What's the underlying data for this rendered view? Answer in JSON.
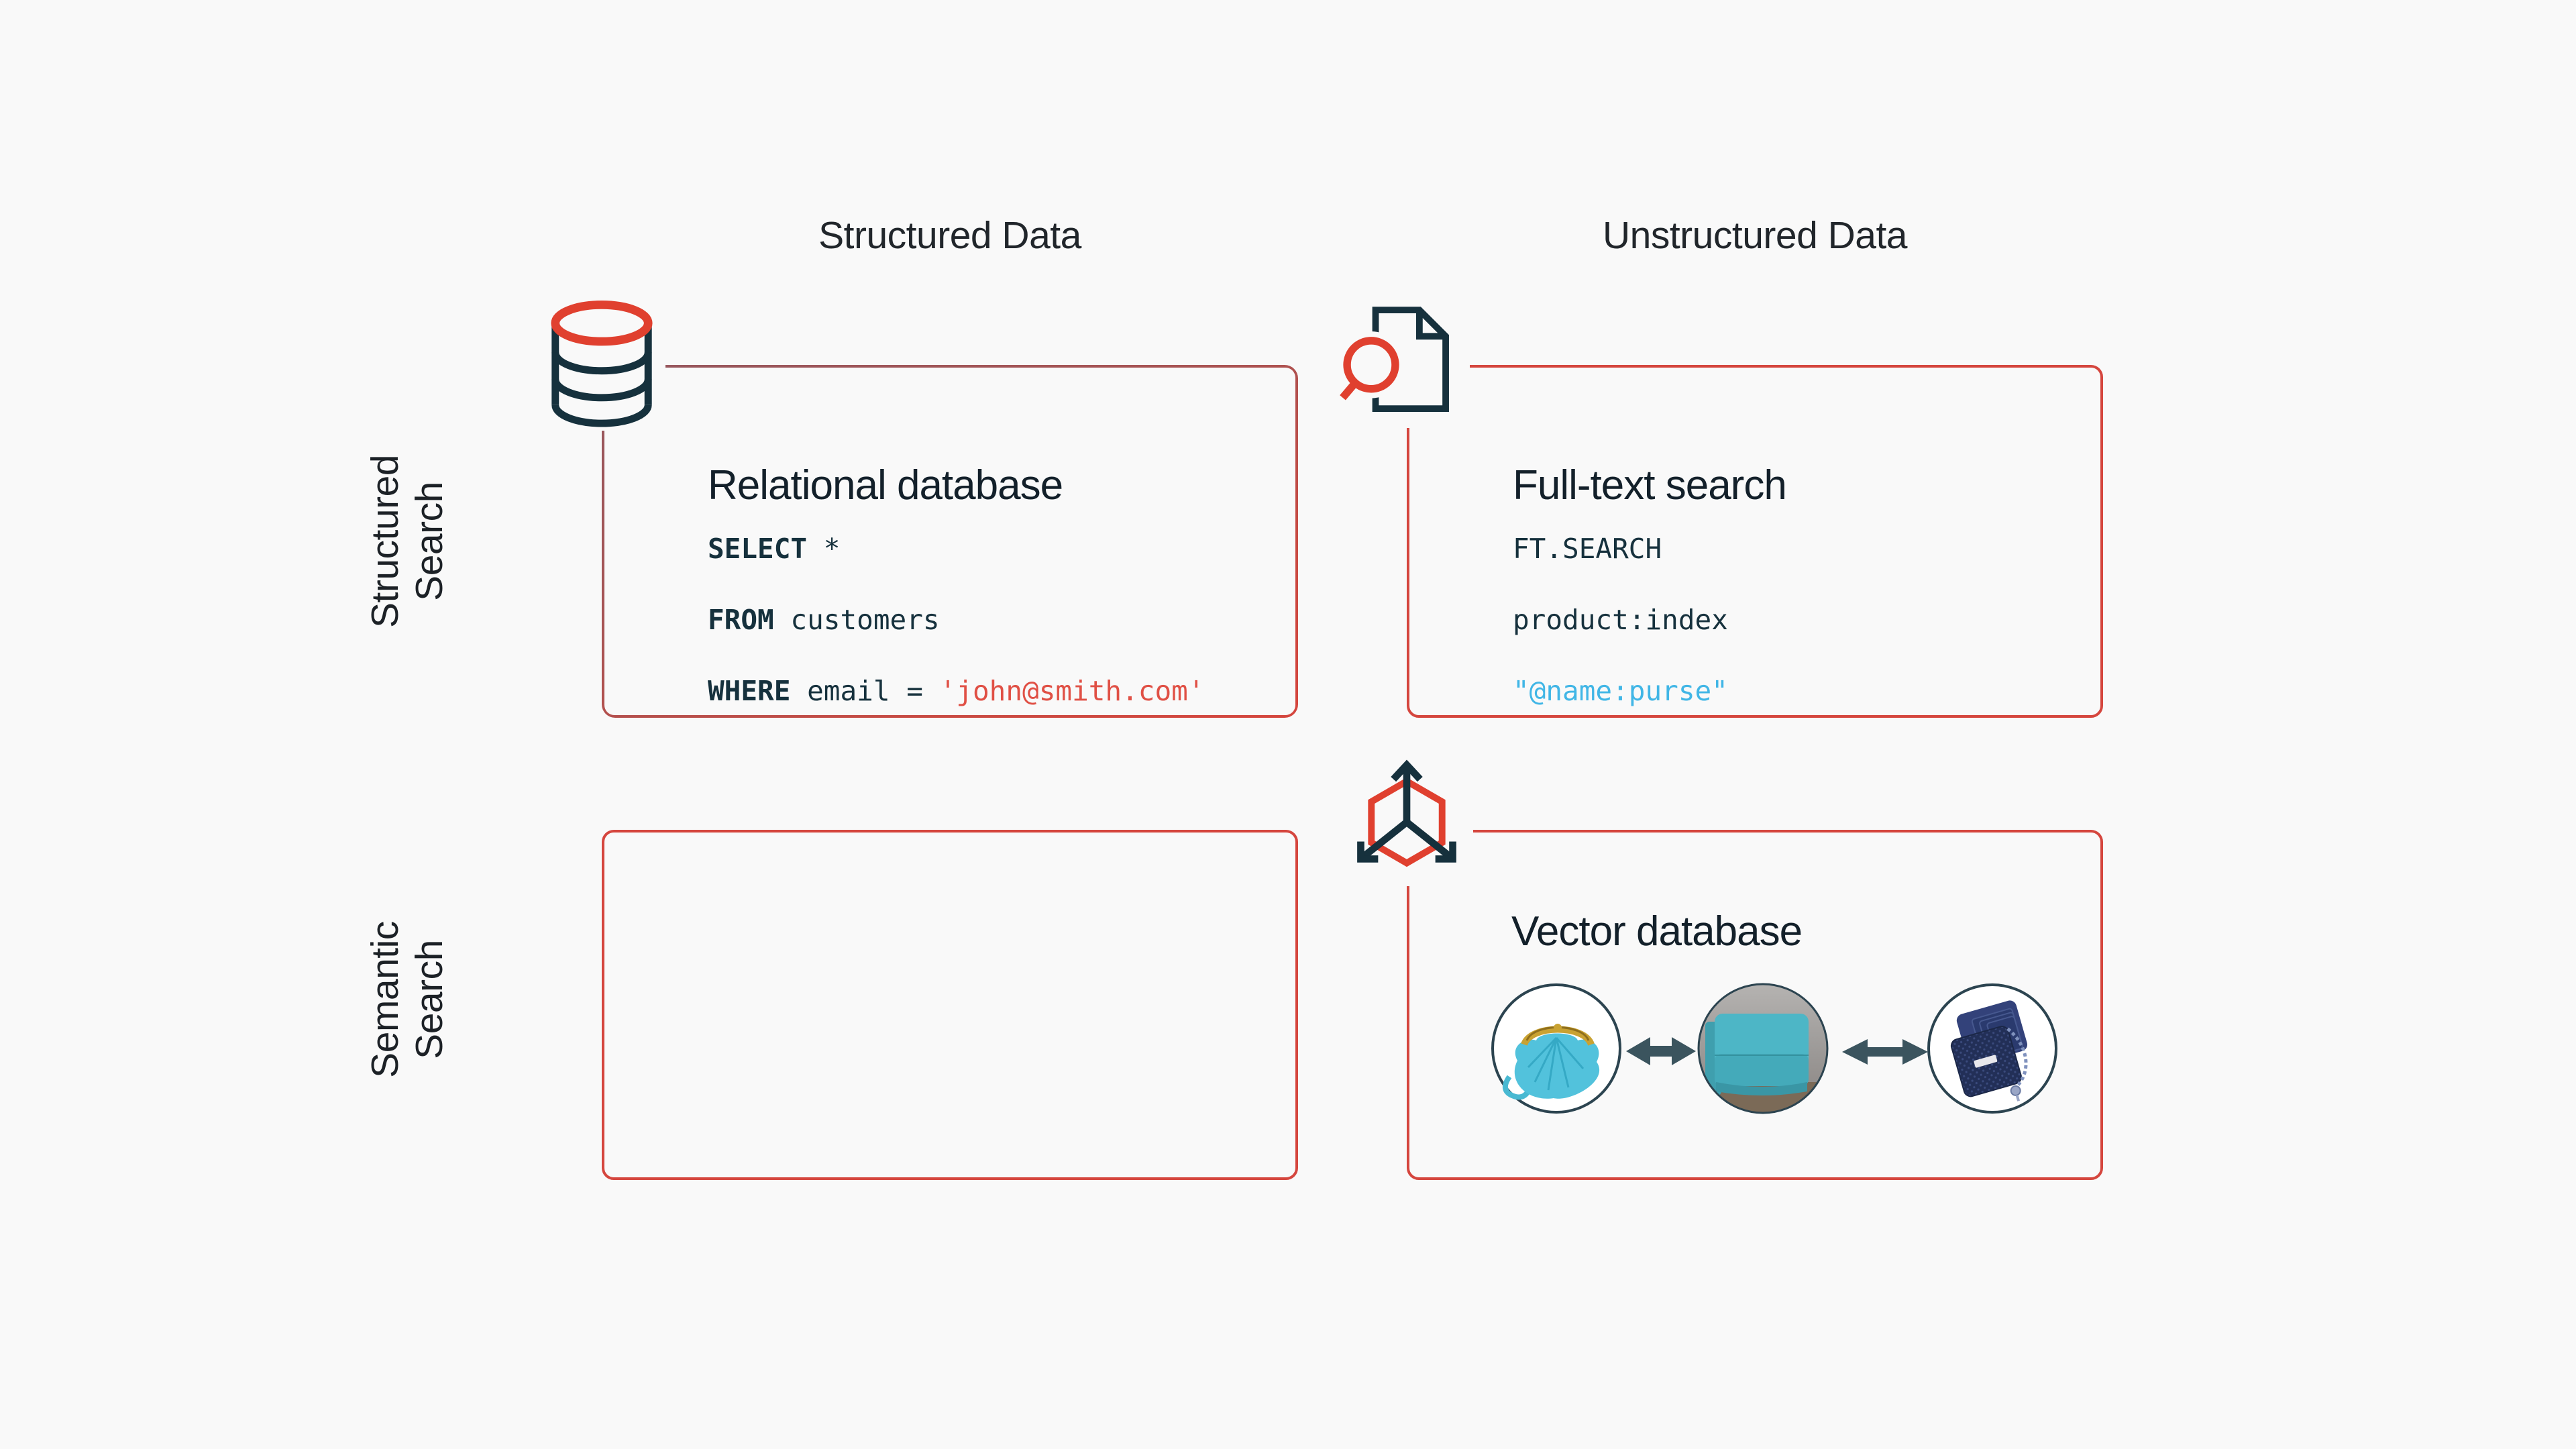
{
  "page": {
    "background": "#f9f9f9"
  },
  "columns": [
    {
      "label": "Structured Data"
    },
    {
      "label": "Unstructured Data"
    }
  ],
  "rows": [
    {
      "line1": "Structured",
      "line2": "Search"
    },
    {
      "line1": "Semantic",
      "line2": "Search"
    }
  ],
  "quadrants": {
    "relational": {
      "title": "Relational database",
      "icon": "database-cylinder-icon",
      "sql": {
        "kw1": "SELECT",
        "t1": " *",
        "kw2": "FROM",
        "t2": " customers",
        "kw3": "WHERE",
        "t3": " email = ",
        "str": "'john@smith.com'"
      }
    },
    "fulltext": {
      "title": "Full-text search",
      "icon": "document-search-icon",
      "code": {
        "l1": "FT.SEARCH",
        "l2": "product:index",
        "query": "\"@name:purse\""
      }
    },
    "semantic_structured": {
      "title": ""
    },
    "vector": {
      "title": "Vector database",
      "icon": "cube-axes-icon",
      "products": [
        {
          "name": "teal-pouch-handbag"
        },
        {
          "name": "teal-leather-wallet"
        },
        {
          "name": "navy-zip-wallet"
        }
      ]
    }
  },
  "colors": {
    "background": "#f9f9f9",
    "box_border_red": "#d5463e",
    "box_border_muted_maroon": "#96585f",
    "icon_red": "#e0402f",
    "icon_navy": "#16313d",
    "code_text": "#16313d",
    "code_string_red": "#e05045",
    "code_query_blue": "#41b6e6",
    "similarity_arrow_slate": "#3b545e",
    "heading_text": "#21262b",
    "product_teal": "#52c2dc",
    "product_gold": "#c9a232",
    "product_navy": "#2b3a6b"
  }
}
